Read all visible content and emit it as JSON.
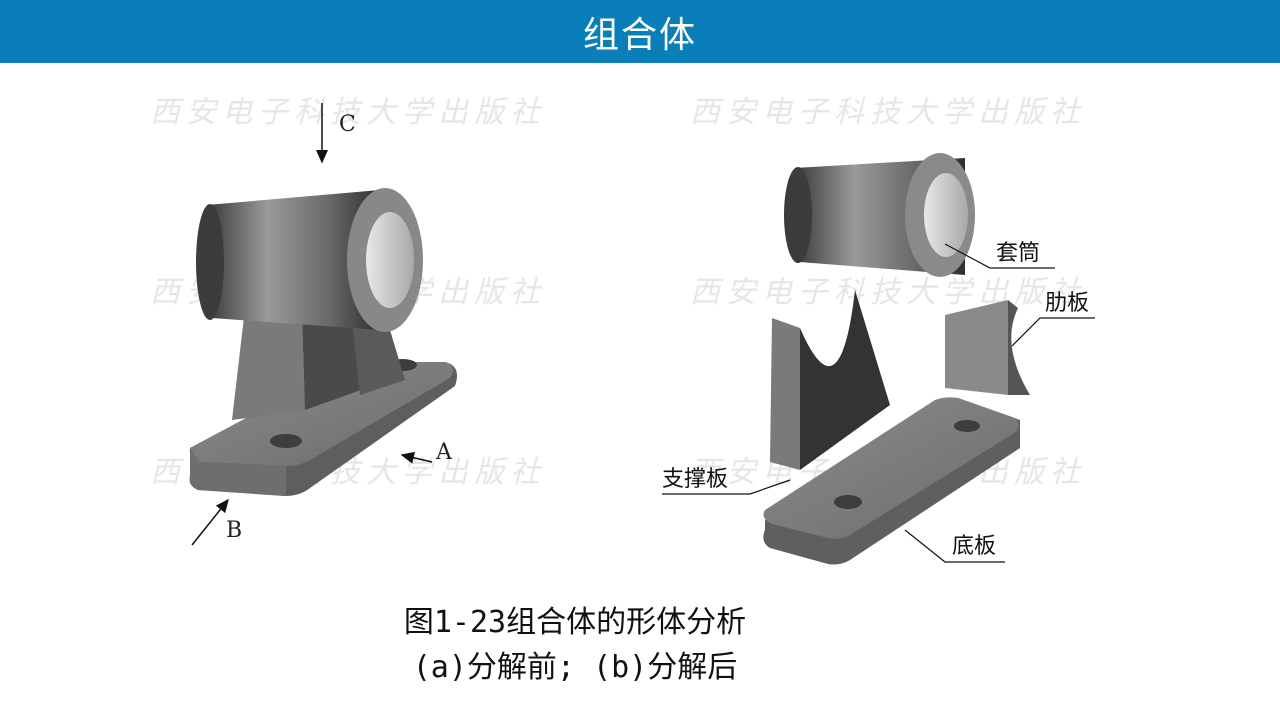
{
  "header": {
    "title": "组合体"
  },
  "figure": {
    "watermark_text": "西安电子科技大学出版社",
    "left_labels": {
      "view_c": "C",
      "view_a": "A",
      "view_b": "B"
    },
    "right_labels": {
      "sleeve": "套筒",
      "rib": "肋板",
      "support": "支撑板",
      "base": "底板"
    },
    "colors": {
      "banner": "#0A7EB8"
    }
  },
  "caption": {
    "line1": "图1-23组合体的形体分析",
    "line2": "(a)分解前; (b)分解后"
  }
}
